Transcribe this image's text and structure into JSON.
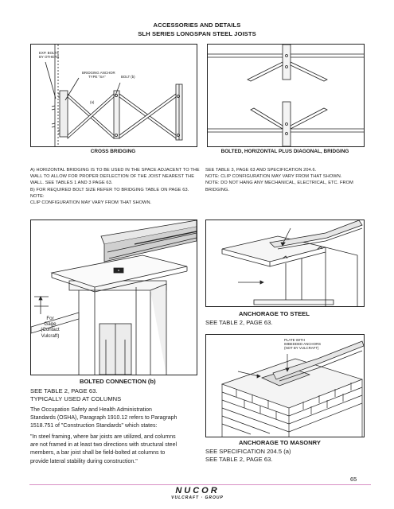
{
  "header": {
    "title_line1": "ACCESSORIES AND DETAILS",
    "title_line2": "SLH SERIES LONGSPAN STEEL JOISTS"
  },
  "cross_bridging": {
    "caption": "CROSS BRIDGING",
    "labels": {
      "exp_bolts_1": "EXP. BOLTS",
      "exp_bolts_2": "BY OTHERS",
      "anchor_1": "BRIDGING ANCHOR",
      "anchor_2": "TYPE \"SA\"",
      "bolt": "BOLT (b)",
      "a_mark": "(a)"
    },
    "notes": [
      "A) HORIZONTAL BRIDGING IS TO BE USED IN THE SPACE ADJACENT TO THE",
      "WALL TO ALLOW FOR PROPER DEFLECTION OF THE JOIST NEAREST THE",
      "WALL. SEE TABLES 1 AND 3 PAGE 63.",
      "B) FOR REQUIRED BOLT SIZE REFER TO BRIDGING TABLE ON PAGE 63. NOTE:",
      "CLIP CONFIGURATION MAY VARY FROM THAT SHOWN."
    ]
  },
  "bolted_bridging": {
    "caption": "BOLTED, HORIZONTAL PLUS DIAGONAL, BRIDGING",
    "notes": [
      "SEE TABLE 3, PAGE 63 AND SPECIFICATION 204.6.",
      "NOTE: CLIP CONFIGURATION MAY VARY FROM THAT SHOWN.",
      "NOTE: DO NOT HANG ANY MECHANICAL, ELECTRICAL, ETC. FROM",
      "BRIDGING."
    ]
  },
  "bolted_connection": {
    "gage_label": [
      "For",
      "Gage",
      "(Contact",
      "Vulcraft)"
    ],
    "title": "BOLTED CONNECTION (b)",
    "line1": "SEE TABLE 2, PAGE 63.",
    "line2": "TYPICALLY USED AT COLUMNS",
    "para1": [
      "The Occupation Safety and Health Administration",
      "Standards (OSHA), Paragraph 1910.12 refers to Paragraph",
      "1518.751 of \"Construction Standards\" which states:"
    ],
    "para2": [
      "\"In steel framing, where bar joists are utilized, and columns",
      "are not framed in at least two directions with structural steel",
      "members, a bar joist shall be field-bolted at columns to",
      "provide lateral stability during construction.\""
    ]
  },
  "anchorage_steel": {
    "title": "ANCHORAGE TO STEEL",
    "line1": "SEE TABLE 2, PAGE 63."
  },
  "anchorage_masonry": {
    "plate_label": [
      "PLATE WITH",
      "IMBEDDED ANCHORS",
      "(NOT BY VULCRAFT)"
    ],
    "title": "ANCHORAGE TO MASONRY",
    "line1": "SEE SPECIFICATION 204.5 (a)",
    "line2": "SEE TABLE 2, PAGE 63."
  },
  "footer": {
    "page_number": "65",
    "logo_main": "NUCOR",
    "logo_sub": "VULCRAFT · GROUP"
  }
}
